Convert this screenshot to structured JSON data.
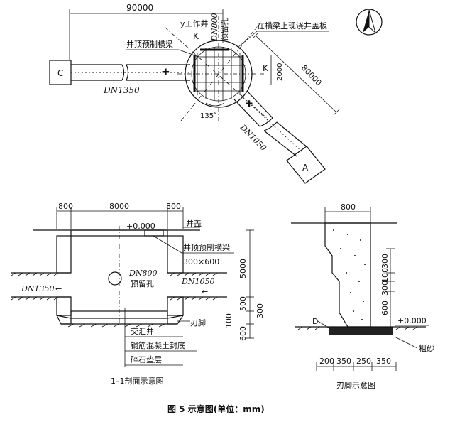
{
  "plan": {
    "dim_90000": "90000",
    "dim_80000": "80000",
    "dim_2000": "2000",
    "angle_135": "135˚",
    "label_work_well": "y工作井",
    "label_k_top": "K",
    "label_k_right": "K",
    "label_dn800": "DN800",
    "label_reserved_hole": "预留孔",
    "label_cast_cover": "在横梁上现浇井盖板",
    "label_precast_beam": "井顶预制横梁",
    "label_c": "C",
    "label_a": "A",
    "label_dn1350": "DN1350",
    "label_dn1050": "DN1050"
  },
  "section": {
    "dim_800_left": "800",
    "dim_8000": "8000",
    "dim_800_right": "800",
    "elev_zero": "+0.000",
    "label_cover": "井盖",
    "label_beam": "井顶预制横梁",
    "label_beam_size": "300×600",
    "label_dn800": "DN800",
    "label_hole": "预留孔",
    "label_dn1350": "DN1350",
    "label_dn1050": "DN1050",
    "dim_5000": "5000",
    "dim_500": "500",
    "dim_300": "300",
    "dim_100": "100",
    "dim_600": "600",
    "label_blade": "刃脚",
    "label_junction": "交汇井",
    "label_rc_bottom": "钢筋混凝土封底",
    "label_gravel": "碎石垫层",
    "caption": "1–1剖面示意图"
  },
  "blade": {
    "dim_800": "800",
    "dim_300": "300",
    "dim_100": "100",
    "dim_300b": "300",
    "dim_600": "600",
    "elev_zero": "+0.000",
    "label_d": "D",
    "label_coarse_sand": "粗砂",
    "dim_200": "200",
    "dim_350a": "350",
    "dim_250": "250",
    "dim_350b": "350",
    "caption": "刃脚示意图"
  },
  "figure": {
    "caption": "图 5   示意图(单位：mm)"
  }
}
